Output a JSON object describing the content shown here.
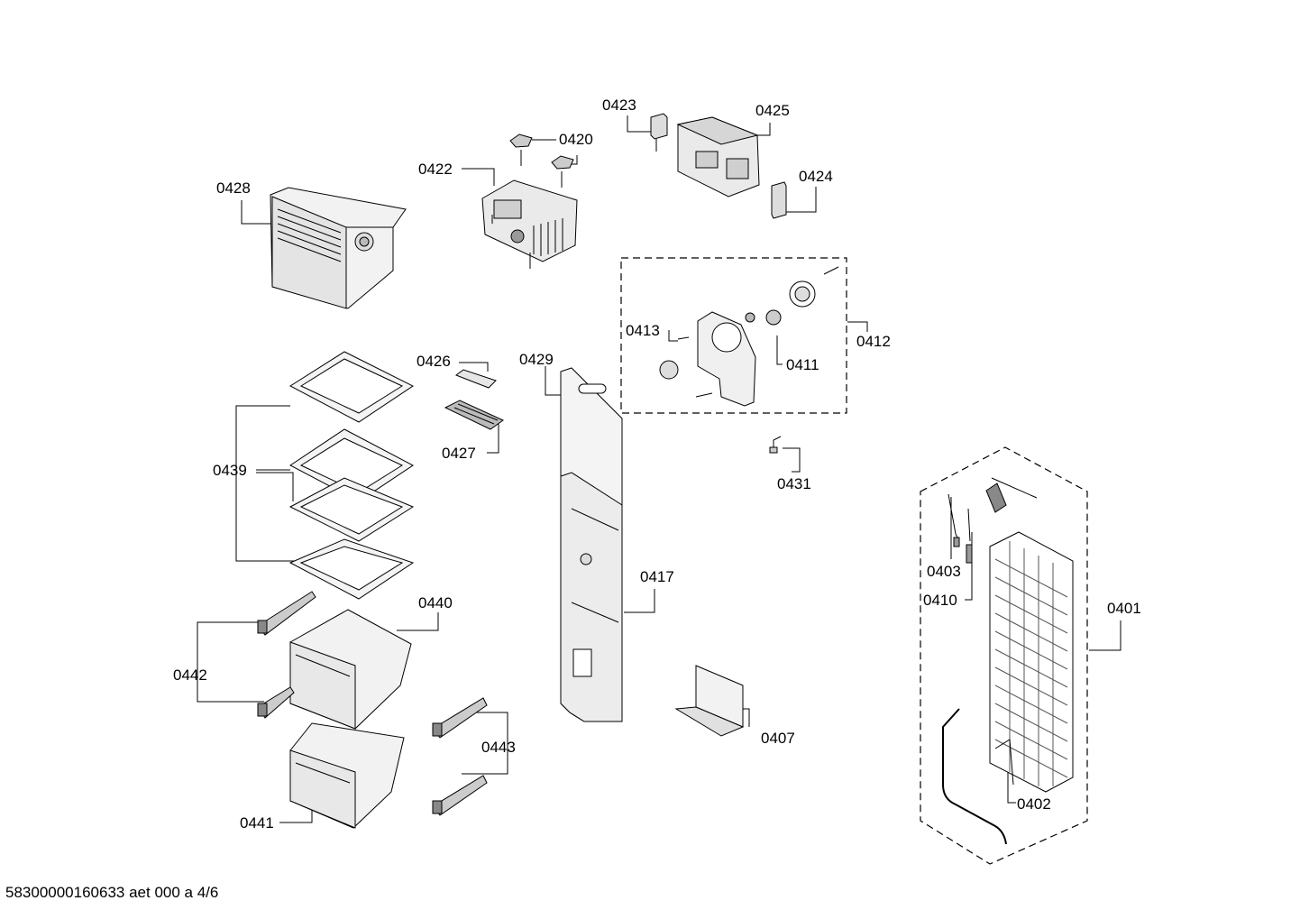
{
  "parts": {
    "p0401": "0401",
    "p0402": "0402",
    "p0403": "0403",
    "p0407": "0407",
    "p0410": "0410",
    "p0411": "0411",
    "p0412": "0412",
    "p0413": "0413",
    "p0417": "0417",
    "p0420": "0420",
    "p0422": "0422",
    "p0423": "0423",
    "p0424": "0424",
    "p0425": "0425",
    "p0426": "0426",
    "p0427": "0427",
    "p0428": "0428",
    "p0429": "0429",
    "p0431": "0431",
    "p0439": "0439",
    "p0440": "0440",
    "p0441": "0441",
    "p0442": "0442",
    "p0443": "0443"
  },
  "footer": {
    "doc_id": "58300000160633 aet 000 a 4/6"
  }
}
